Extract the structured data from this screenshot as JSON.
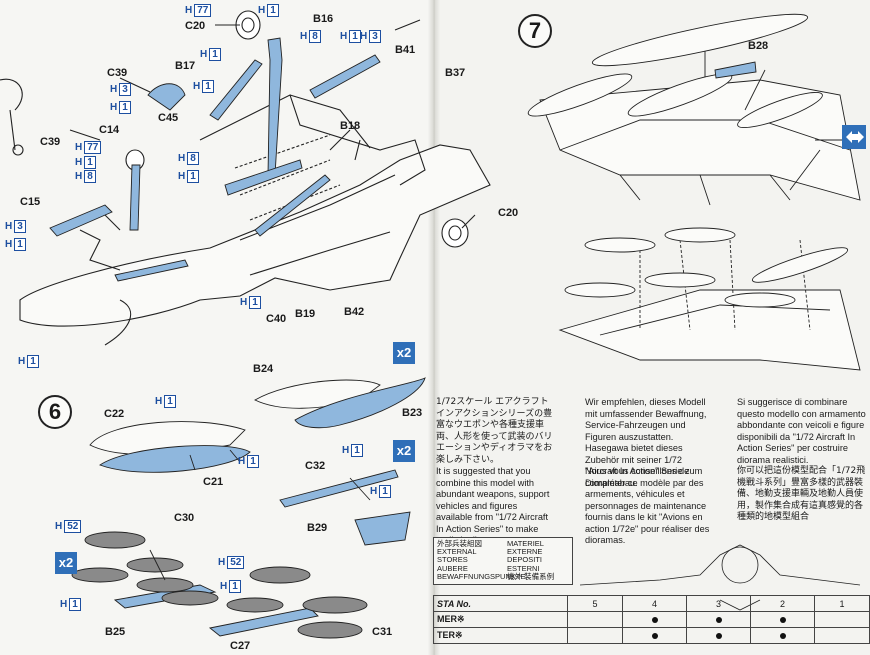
{
  "steps": {
    "six": "6",
    "seven": "7"
  },
  "multiplier": "x2",
  "part_labels": {
    "b16": "B16",
    "c20a": "C20",
    "b41": "B41",
    "c39a": "C39",
    "b17": "B17",
    "b37": "B37",
    "c39b": "C39",
    "c14": "C14",
    "c45": "C45",
    "b18": "B18",
    "c15": "C15",
    "c20b": "C20",
    "c40": "C40",
    "b19": "B19",
    "b42": "B42",
    "b28": "B28",
    "b24": "B24",
    "b23": "B23",
    "c22": "C22",
    "c21": "C21",
    "c32": "C32",
    "b29": "B29",
    "c30": "C30",
    "b25": "B25",
    "c27": "C27",
    "c31": "C31"
  },
  "color_codes": {
    "h77": "H",
    "h77n": "77",
    "h1": "H",
    "h1n": "1",
    "h3": "H",
    "h3n": "3",
    "h8": "H",
    "h8n": "8",
    "h52": "H",
    "h52n": "52"
  },
  "notes": {
    "japanese": "1/72スケール エアクラフト インアクションシリーズの豊富なウエポンや各種支援車両、人形を使って武装のバリエーションやディオラマをお楽しみ下さい。",
    "english": "It is suggested that you combine this model with abundant weapons, support vehicles and figures available from \"1/72 Aircraft In Action Series\" to make realistic dioramas.",
    "german": "Wir empfehlen, dieses Modell mit umfassender Bewaffnung, Service-Fahrzeugen und Figuren auszustatten. Hasegawa bietet dieses Zubehör mit seiner 1/72 \"Aircraft In Action\" Serie zum Dioramabau.",
    "french": "Nous vous conseillons de compléter ce modèle par des armements, véhicules et personnages de maintenance fournis dans le kit \"Avions en action 1/72e\" pour réaliser des dioramas.",
    "italian": "Si suggerisce di combinare questo modello con armamento abbondante con veicoli e figure disponibili da \"1/72 Aircraft In Action Series\" per costruire diorama realistici.",
    "chinese": "你可以把這份模型配合「1/72飛機戰斗系列」豐富多樣的武器裝備、地勤支援車輛及地勤人員使用，製作集合成有這真感覺的各種類的地模型組合"
  },
  "stores_table": {
    "headers": [
      "外部兵装組図",
      "EXTERNAL STORES",
      "AUBERE BEWAFFNUNGSPUNKTE",
      "MATERIEL EXTERNE",
      "DEPOSITI ESTERNI",
      "機外 裝備系例"
    ],
    "sta_label": "STA No.",
    "stations": [
      "5",
      "4",
      "3",
      "2",
      "1"
    ],
    "rows": [
      {
        "label": "MER※",
        "marks": [
          false,
          true,
          true,
          true,
          false
        ]
      },
      {
        "label": "TER※",
        "marks": [
          false,
          true,
          true,
          true,
          false
        ]
      }
    ]
  }
}
